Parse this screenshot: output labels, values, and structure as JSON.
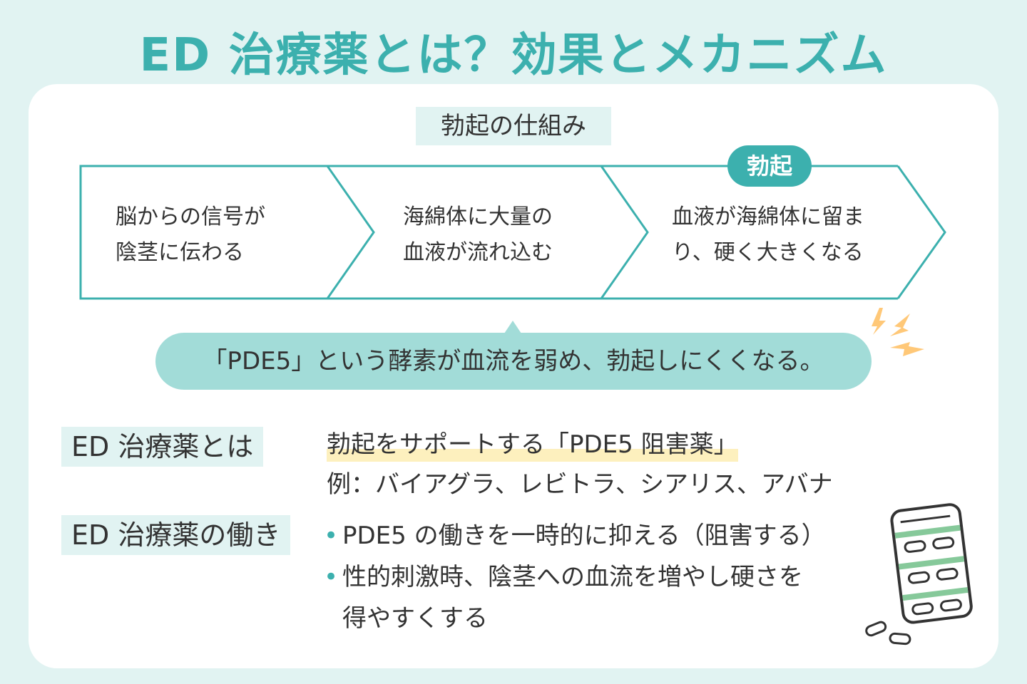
{
  "title": "ED 治療薬とは？効果とメカニズム",
  "mechanism": {
    "heading": "勃起の仕組み",
    "badge": "勃起",
    "steps": [
      {
        "line1": "脳からの信号が",
        "line2": "陰茎に伝わる"
      },
      {
        "line1": "海綿体に大量の",
        "line2": "血液が流れ込む"
      },
      {
        "line1": "血液が海綿体に留ま",
        "line2": "り、硬く大きくなる"
      }
    ],
    "callout": "「PDE5」という酵素が血流を弱め、勃起しにくくなる。"
  },
  "about": {
    "label": "ED 治療薬とは",
    "highlight": "勃起をサポートする「PDE5 阻害薬」",
    "examples": "例：バイアグラ、レビトラ、シアリス、アバナ"
  },
  "function": {
    "label": "ED 治療薬の働き",
    "bullets": [
      {
        "line1": "PDE5 の働きを一時的に抑える（阻害する）"
      },
      {
        "line1": "性的刺激時、陰茎への血流を増やし硬さを",
        "line2": "得やすくする"
      }
    ]
  },
  "colors": {
    "accent": "#3cb0ae",
    "bubble": "#a2dcd8",
    "background": "#e1f3f2",
    "highlight": "#fdf0be",
    "lightning": "#ffc878",
    "pill_stripe": "#86c99a"
  }
}
